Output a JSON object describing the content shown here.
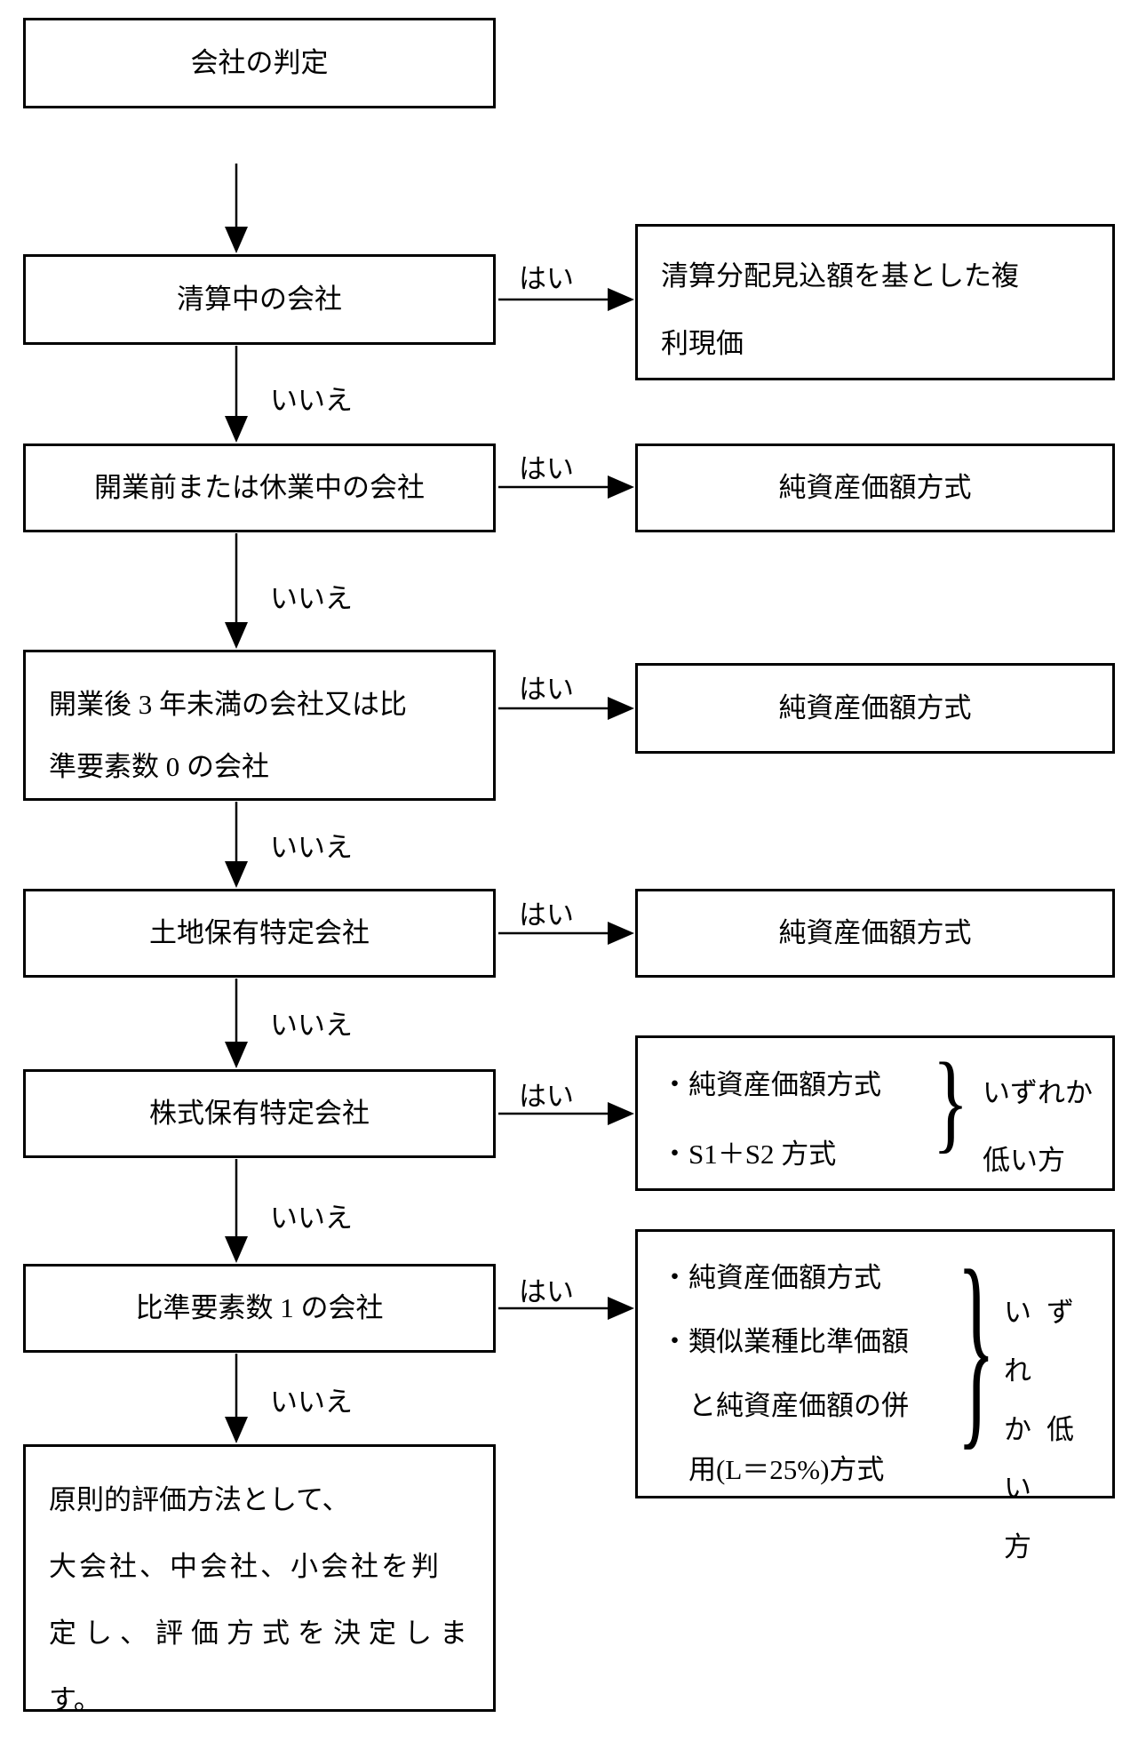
{
  "labels": {
    "yes": "はい",
    "no": "いいえ"
  },
  "start_box": {
    "line1": "会社の判定"
  },
  "decision_boxes": {
    "liquidation": {
      "line1": "清算中の会社"
    },
    "pre_open": {
      "line1": "開業前または休業中の会社"
    },
    "under3y": {
      "line1": "開業後 3 年未満の会社又は比",
      "line2": "準要素数 0 の会社"
    },
    "land": {
      "line1": "土地保有特定会社"
    },
    "stock": {
      "line1": "株式保有特定会社"
    },
    "factor1": {
      "line1": "比準要素数 1 の会社"
    }
  },
  "result_boxes": {
    "liquidation": {
      "line1": "清算分配見込額を基とした複",
      "line2": "利現価"
    },
    "pre_open": {
      "line1": "純資産価額方式"
    },
    "under3y": {
      "line1": "純資産価額方式"
    },
    "land": {
      "line1": "純資産価額方式"
    },
    "stock": {
      "item1": "・純資産価額方式",
      "item2": "・S1＋S2 方式",
      "brace": "}",
      "note_line1": "いずれか",
      "note_line2": "低い方"
    },
    "factor1": {
      "item1": "・純資産価額方式",
      "item2": "・類似業種比準価額",
      "item3": "と純資産価額の併",
      "item4": "用(L＝25%)方式",
      "brace": "}",
      "note_line1": "いずれ",
      "note_line2": "か低い",
      "note_line3": "方"
    }
  },
  "final_box": {
    "line1": "原則的評価方法として、",
    "line2": "大会社、中会社、小会社を判",
    "line3": "定し、評価方式を決定しま",
    "line4": "す。"
  }
}
